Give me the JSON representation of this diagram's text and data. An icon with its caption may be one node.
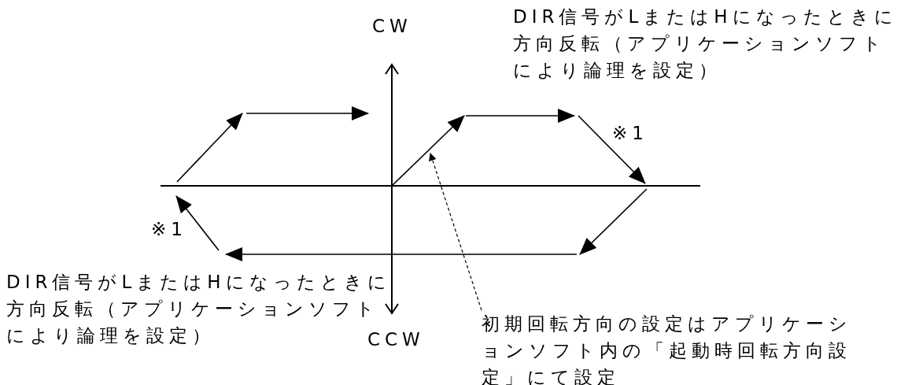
{
  "diagram": {
    "nodes": [
      {
        "text": [],
        "shape": "arrow"
      },
      {
        "text": [
          "初期回転方向の設定はアプリケーションソフト内の「起動時回転方向設定」にて設定"
        ]
      }
    ],
    "edges": [
      {
        "from": 1,
        "to": 0,
        "arrow": "to",
        "style": "dashed"
      }
    ],
    "labels": [
      "CW",
      "DIR信号がLまたはHになったときに方向反転（アプリケーションソフトにより論理を設定）",
      "※1",
      "※1",
      "DIR信号がLまたはHになったときに方向反転（アプリケーションソフトにより論理を設定）",
      "CCW"
    ]
  }
}
